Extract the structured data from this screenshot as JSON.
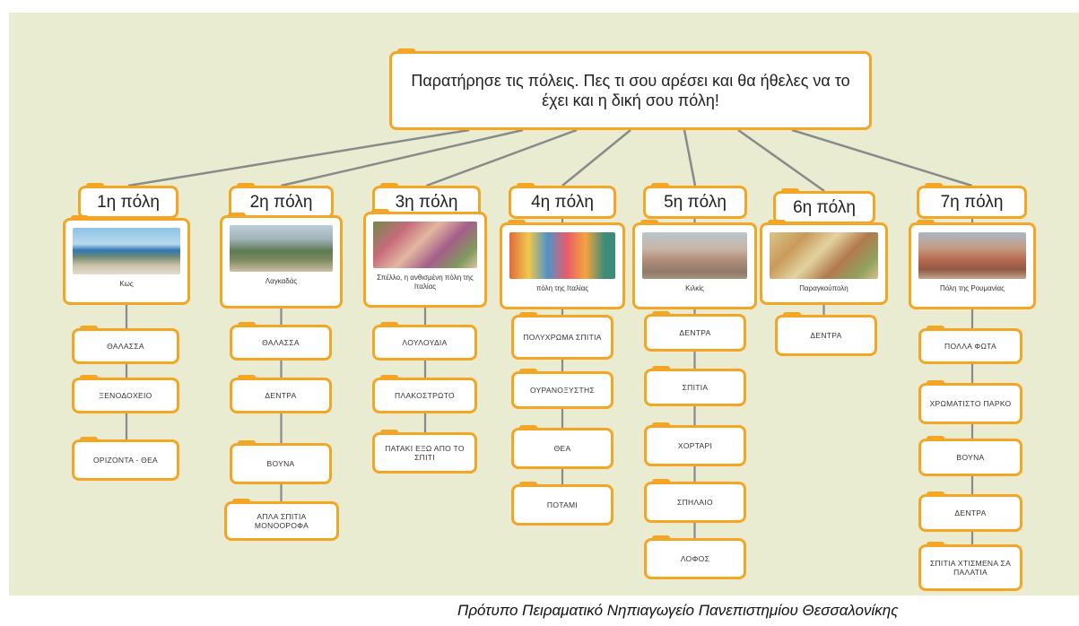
{
  "root": "Παρατήρησε τις πόλεις. Πες τι σου αρέσει και θα ήθελες να το έχει και η δική σου πόλη!",
  "cities": [
    {
      "title": "1η πόλη",
      "caption": "Κως",
      "items": [
        "ΘΑΛΑΣΣΑ",
        "ΞΕΝΟΔΟΧΕΙΟ",
        "ΟΡΙΖΟΝΤΑ - ΘΕΑ"
      ]
    },
    {
      "title": "2η πόλη",
      "caption": "Λαγκαδάς",
      "items": [
        "ΘΑΛΑΣΣΑ",
        "ΔΕΝΤΡΑ",
        "ΒΟΥΝΑ",
        "ΑΠΛΑ ΣΠΙΤΙΑ ΜΟΝΟΟΡΟΦΑ"
      ]
    },
    {
      "title": "3η πόλη",
      "caption": "Σπέλλο, η ανθισμένη πόλη της Ιταλίας",
      "items": [
        "ΛΟΥΛΟΥΔΙΑ",
        "ΠΛΑΚΟΣΤΡΩΤΟ",
        "ΠΑΤΑΚΙ ΕΞΩ ΑΠΟ ΤΟ ΣΠΙΤΙ"
      ]
    },
    {
      "title": "4η πόλη",
      "caption": "πόλη της Ιταλίας",
      "items": [
        "ΠΟΛΥΧΡΩΜΑ ΣΠΙΤΙΑ",
        "ΟΥΡΑΝΟΞΥΣΤΗΣ",
        "ΘΕΑ",
        "ΠΟΤΑΜΙ"
      ]
    },
    {
      "title": "5η πόλη",
      "caption": "Κιλκίς",
      "items": [
        "ΔΕΝΤΡΑ",
        "ΣΠΙΤΙΑ",
        "ΧΟΡΤΑΡΙ",
        "ΣΠΗΛΑΙΟ",
        "ΛΟΦΟΣ"
      ]
    },
    {
      "title": "6η πόλη",
      "caption": "Παραγκούπολη",
      "items": [
        "ΔΕΝΤΡΑ"
      ]
    },
    {
      "title": "7η πόλη",
      "caption": "Πόλη της Ρουμανίας",
      "items": [
        "ΠΟΛΛΑ ΦΩΤΑ",
        "ΧΡΩΜΑΤΙΣΤΟ ΠΑΡΚΟ",
        "ΒΟΥΝΑ",
        "ΔΕΝΤΡΑ",
        "ΣΠΙΤΙΑ ΧΤΙΣΜΕΝΑ ΣΑ ΠΑΛΑΤΙΑ"
      ]
    }
  ],
  "footer": "Πρότυπο Πειραματικό Νηπιαγωγείο Πανεπιστημίου Θεσσαλονίκης",
  "colors": {
    "background": "#e9ecd0",
    "accent": "#f3a523",
    "line": "#8a8a8a"
  }
}
